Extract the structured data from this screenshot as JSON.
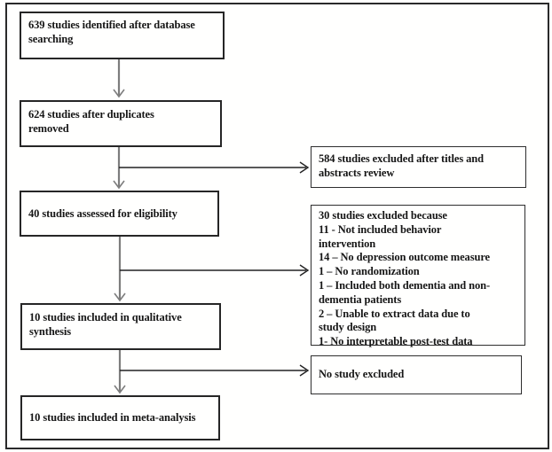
{
  "diagram": {
    "type": "flowchart",
    "boxes": {
      "identified": {
        "lines": [
          "639 studies identified after database",
          "searching"
        ]
      },
      "duplicates_removed": {
        "lines": [
          "624 studies after duplicates",
          "removed"
        ]
      },
      "assessed": {
        "lines": [
          "40 studies assessed for eligibility"
        ]
      },
      "qualitative": {
        "lines": [
          "10 studies included in qualitative",
          "synthesis"
        ]
      },
      "meta_analysis": {
        "lines": [
          "10 studies included in meta-analysis"
        ]
      },
      "excluded_titles": {
        "lines": [
          "584 studies excluded after titles and",
          "abstracts review"
        ]
      },
      "excluded_reasons": {
        "lines": [
          "30 studies excluded because",
          "11 - Not included behavior",
          "intervention",
          "14 – No depression outcome measure",
          "1 – No randomization",
          "1 – Included both dementia and non-",
          "dementia patients",
          "2 – Unable to extract data due to",
          "study design",
          "1- No interpretable post-test data"
        ]
      },
      "no_study_excluded": {
        "lines": [
          "No study excluded"
        ]
      }
    },
    "colors": {
      "box_border": "#262626",
      "frame_border": "#2a2a2a",
      "vertical_arrow": "#7d7d7d",
      "horizontal_line": "#222222",
      "background": "#fffffe",
      "text": "#161616"
    }
  }
}
